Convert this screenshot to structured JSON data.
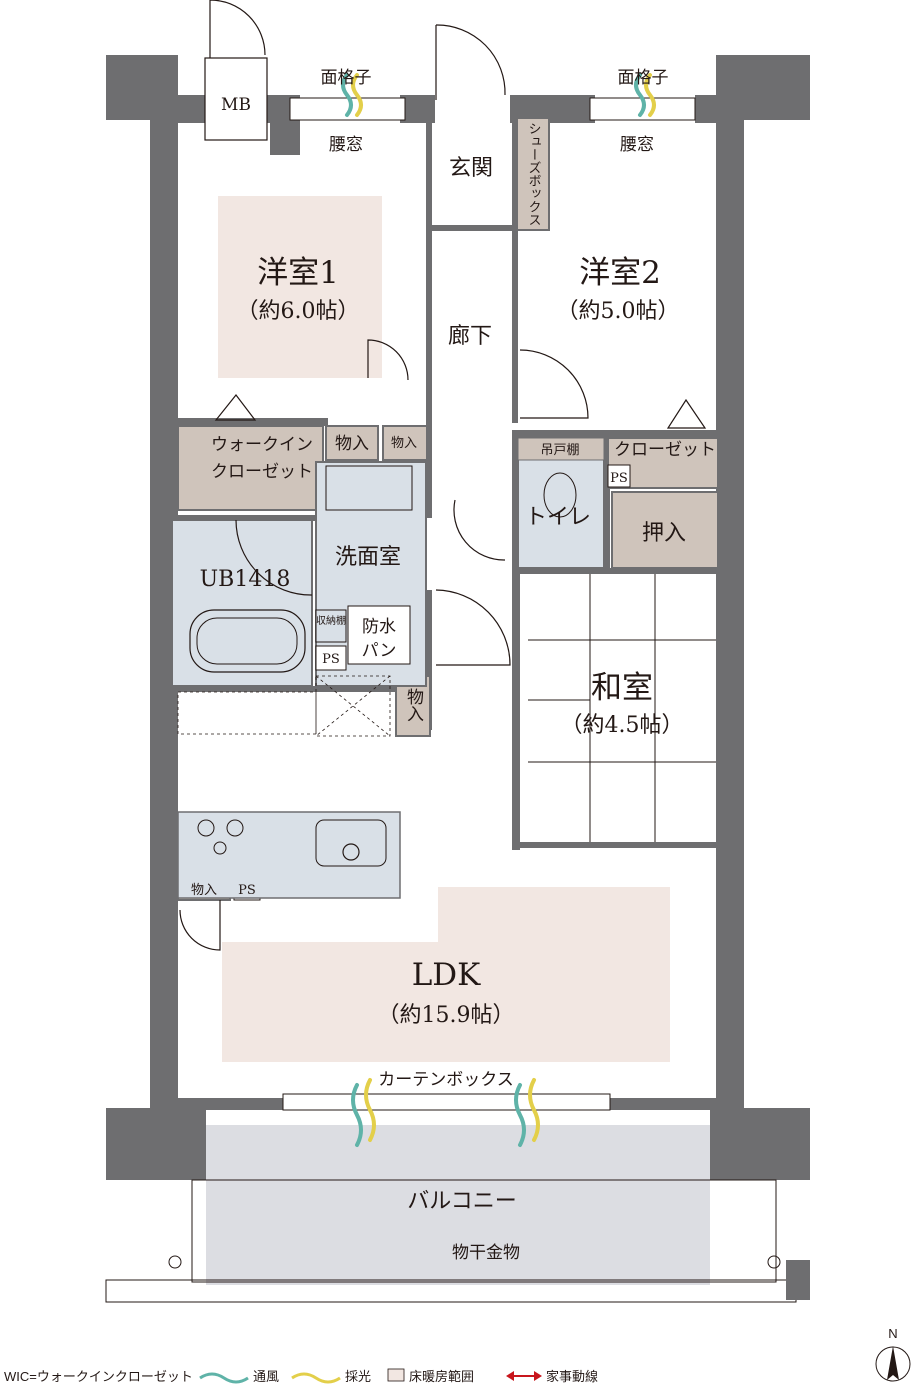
{
  "rooms": {
    "youshitsu1": {
      "name": "洋室1",
      "size": "（約6.0帖）"
    },
    "youshitsu2": {
      "name": "洋室2",
      "size": "（約5.0帖）"
    },
    "washitsu": {
      "name": "和室",
      "size": "（約4.5帖）"
    },
    "ldk": {
      "name": "LDK",
      "size": "（約15.9帖）"
    },
    "genkan": "玄関",
    "rouka": "廊下",
    "toilet": "トイレ",
    "senmenshitsu": "洗面室",
    "balcony": "バルコニー",
    "ub": "UB1418"
  },
  "fixtures": {
    "mb": "MB",
    "menkoushi_left": "面格子",
    "menkoushi_right": "面格子",
    "koshimado_left": "腰窓",
    "koshimado_right": "腰窓",
    "shoes_box": "シューズボックス",
    "walkin_closet_1": "ウォークイン",
    "walkin_closet_2": "クローゼット",
    "monoire_1": "物入",
    "monoire_2": "物入",
    "monoire_3": "物入",
    "monoire_4": "物入",
    "closet": "クローゼット",
    "tsuritodana": "吊戸棚",
    "oshiire": "押入",
    "ps_1": "PS",
    "ps_2": "PS",
    "ps_3": "PS",
    "shuunoudana": "収納棚",
    "bousui_pan_1": "防水",
    "bousui_pan_2": "パン",
    "curtain_box": "カーテンボックス",
    "monohoshi": "物干金物"
  },
  "legend": {
    "wic": "WIC=ウォークインクローゼット",
    "tsuufuu": "通風",
    "saikou": "採光",
    "yukadanbou": "床暖房範囲",
    "kajidousen": "家事動線",
    "north": "N"
  },
  "colors": {
    "wall": "#6e6e70",
    "floor_heating": "#f2e7e2",
    "closet": "#cfc4bb",
    "wet_area": "#d9e0e7",
    "ventilation": "#5fb3a8",
    "daylight": "#e3cf4a",
    "housework_line": "#c8161d"
  }
}
